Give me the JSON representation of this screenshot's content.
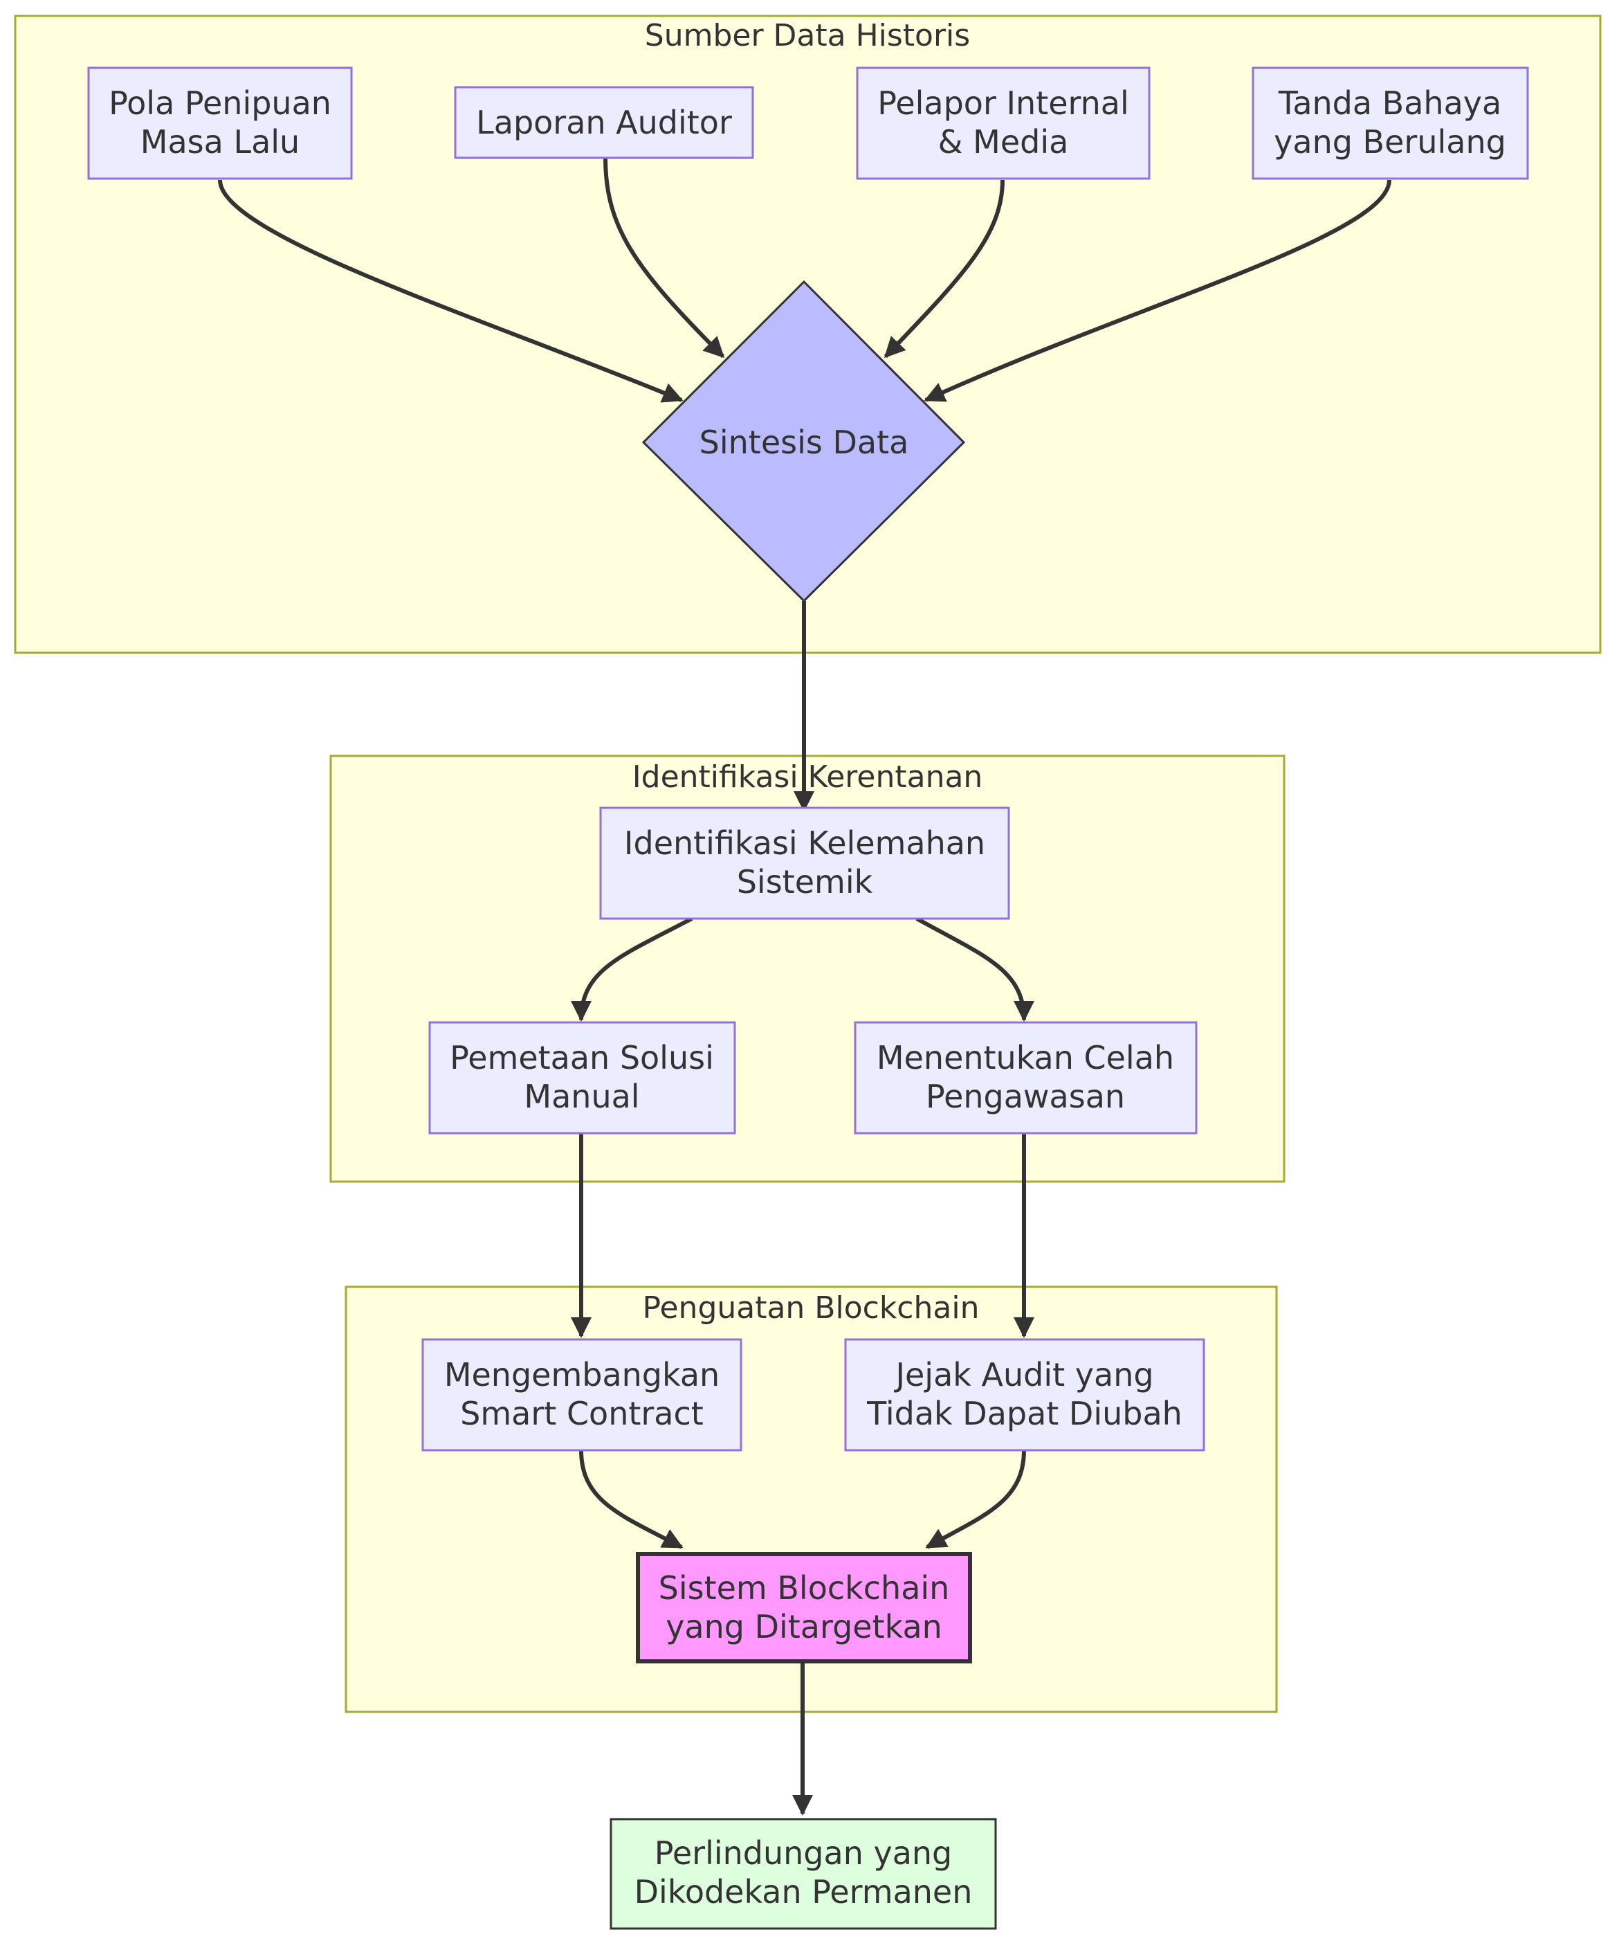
{
  "clusters": {
    "historical": {
      "title": "Sumber Data Historis"
    },
    "vulnerability": {
      "title": "Identifikasi Kerentanan"
    },
    "blockchain": {
      "title": "Penguatan Blockchain"
    }
  },
  "nodes": {
    "fraud_patterns": {
      "line1": "Pola Penipuan",
      "line2": "Masa Lalu"
    },
    "auditor_reports": {
      "line1": "Laporan Auditor"
    },
    "whistleblower": {
      "line1": "Pelapor Internal",
      "line2": "& Media"
    },
    "red_flags": {
      "line1": "Tanda Bahaya",
      "line2": "yang Berulang"
    },
    "synthesis": {
      "line1": "Sintesis Data"
    },
    "systemic_weakness": {
      "line1": "Identifikasi Kelemahan",
      "line2": "Sistemik"
    },
    "manual_mapping": {
      "line1": "Pemetaan Solusi",
      "line2": "Manual"
    },
    "oversight_gaps": {
      "line1": "Menentukan Celah",
      "line2": "Pengawasan"
    },
    "smart_contract": {
      "line1": "Mengembangkan",
      "line2": "Smart Contract"
    },
    "audit_trail": {
      "line1": "Jejak Audit yang",
      "line2": "Tidak Dapat Diubah"
    },
    "target_system": {
      "line1": "Sistem Blockchain",
      "line2": "yang Ditargetkan"
    },
    "permanent_protection": {
      "line1": "Perlindungan yang",
      "line2": "Dikodekan Permanen"
    }
  },
  "colors": {
    "cluster_fill": "#ffffde",
    "cluster_stroke": "#aaaa33",
    "node_fill": "#ececff",
    "node_stroke": "#9370db",
    "decision_fill": "#bbbbff",
    "target_fill": "#ff99ff",
    "output_fill": "#ddffdd",
    "edge": "#333333"
  }
}
